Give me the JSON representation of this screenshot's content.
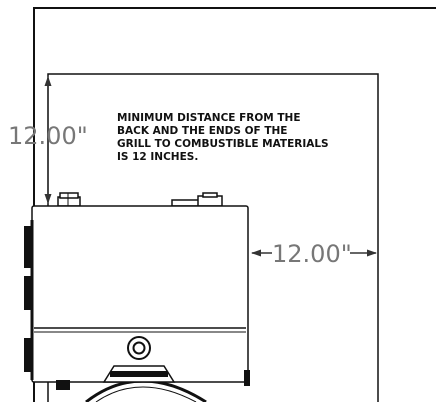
{
  "dimensions": {
    "vertical_label": "12.00\"",
    "horizontal_label": "12.00\""
  },
  "note": {
    "lines": [
      "MINIMUM DISTANCE FROM THE",
      "BACK AND THE ENDS OF THE",
      "GRILL TO COMBUSTIBLE MATERIALS",
      "IS 12 INCHES."
    ]
  },
  "colors": {
    "line": "#111111",
    "dimension_text": "#777777"
  }
}
